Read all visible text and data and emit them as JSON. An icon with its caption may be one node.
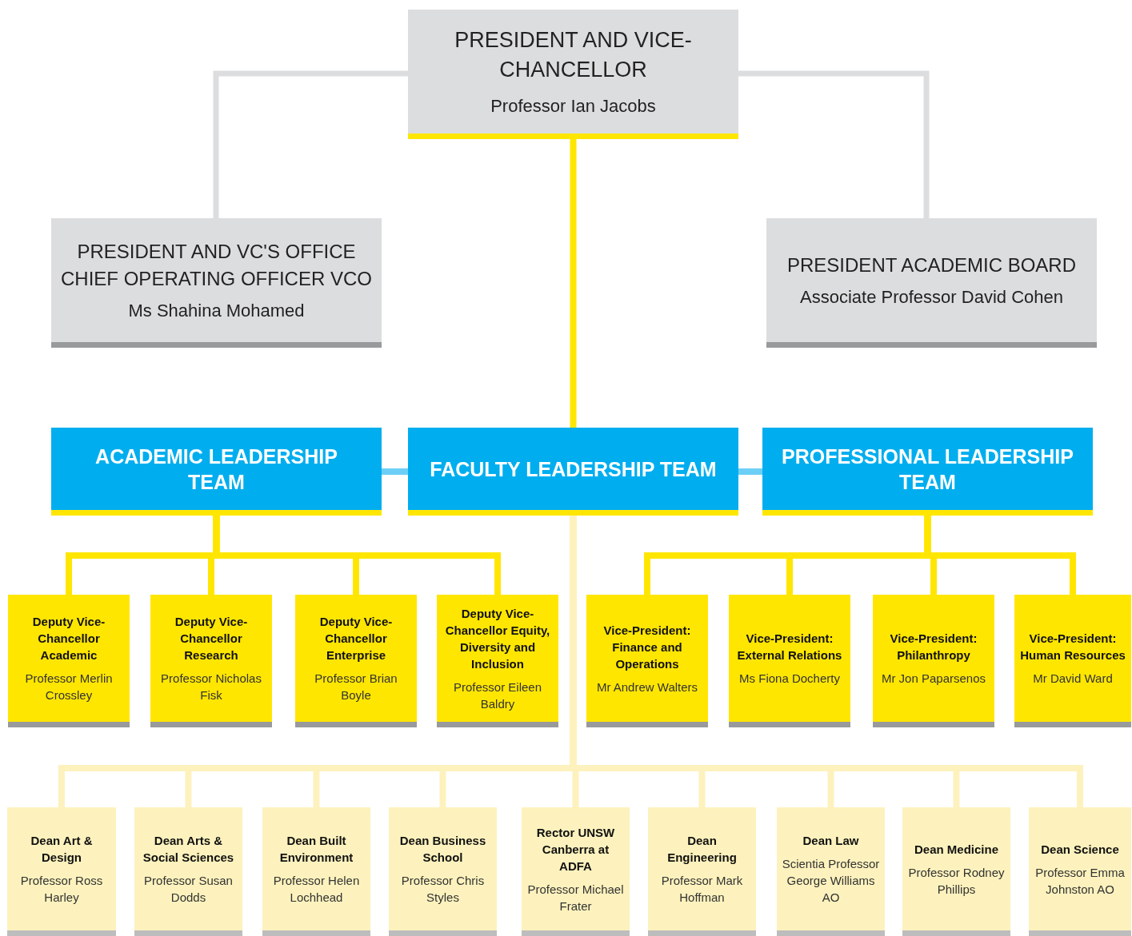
{
  "diagram": {
    "nodes": [
      {
        "text": [
          "PRESIDENT AND VICE-CHANCELLOR",
          "Professor Ian Jacobs"
        ]
      },
      {
        "text": [
          "PRESIDENT AND VC'S OFFICE CHIEF OPERATING OFFICER VCO",
          "Ms Shahina Mohamed"
        ]
      },
      {
        "text": [
          "PRESIDENT ACADEMIC BOARD",
          "Associate Professor David Cohen"
        ]
      },
      {
        "text": [
          "ACADEMIC LEADERSHIP TEAM"
        ]
      },
      {
        "text": [
          "FACULTY LEADERSHIP TEAM"
        ]
      },
      {
        "text": [
          "PROFESSIONAL LEADERSHIP TEAM"
        ]
      },
      {
        "text": [
          "Deputy Vice-Chancellor Academic",
          "Professor Merlin Crossley"
        ]
      },
      {
        "text": [
          "Deputy Vice-Chancellor Research",
          "Professor Nicholas Fisk"
        ]
      },
      {
        "text": [
          "Deputy Vice-Chancellor Enterprise",
          "Professor Brian Boyle"
        ]
      },
      {
        "text": [
          "Deputy Vice-Chancellor Equity, Diversity and Inclusion",
          "Professor Eileen Baldry"
        ]
      },
      {
        "text": [
          "Vice-President: Finance and Operations",
          "Mr Andrew Walters"
        ]
      },
      {
        "text": [
          "Vice-President: External Relations",
          "Ms Fiona Docherty"
        ]
      },
      {
        "text": [
          "Vice-President: Philanthropy",
          "Mr Jon Paparsenos"
        ]
      },
      {
        "text": [
          "Vice-President: Human Resources",
          "Mr David Ward"
        ]
      },
      {
        "text": [
          "Dean Art & Design",
          "Professor Ross Harley"
        ]
      },
      {
        "text": [
          "Dean Arts & Social Sciences",
          "Professor Susan Dodds"
        ]
      },
      {
        "text": [
          "Dean Built Environment",
          "Professor Helen Lochhead"
        ]
      },
      {
        "text": [
          "Dean Business School",
          "Professor Chris Styles"
        ]
      },
      {
        "text": [
          "Rector UNSW Canberra at ADFA",
          "Professor Michael Frater"
        ]
      },
      {
        "text": [
          "Dean Engineering",
          "Professor Mark Hoffman"
        ]
      },
      {
        "text": [
          "Dean Law",
          "Scientia Professor George Williams AO"
        ]
      },
      {
        "text": [
          "Dean Medicine",
          "Professor Rodney Phillips"
        ]
      },
      {
        "text": [
          "Dean Science",
          "Professor Emma Johnston AO"
        ]
      }
    ],
    "edges": [
      {
        "from": 0,
        "to": 1,
        "arrow": "none",
        "color": "#dcdddf"
      },
      {
        "from": 0,
        "to": 2,
        "arrow": "none",
        "color": "#dcdddf"
      },
      {
        "from": 0,
        "to": 4,
        "arrow": "none"
      },
      {
        "from": 3,
        "to": 4,
        "arrow": "none",
        "color": "#6dcff6"
      },
      {
        "from": 4,
        "to": 5,
        "arrow": "none",
        "color": "#6dcff6"
      },
      {
        "from": 3,
        "to": 6,
        "arrow": "none"
      },
      {
        "from": 3,
        "to": 7,
        "arrow": "none"
      },
      {
        "from": 3,
        "to": 8,
        "arrow": "none"
      },
      {
        "from": 3,
        "to": 9,
        "arrow": "none"
      },
      {
        "from": 5,
        "to": 10,
        "arrow": "none"
      },
      {
        "from": 5,
        "to": 11,
        "arrow": "none"
      },
      {
        "from": 5,
        "to": 12,
        "arrow": "none"
      },
      {
        "from": 5,
        "to": 13,
        "arrow": "none"
      },
      {
        "from": 4,
        "to": 14,
        "arrow": "none",
        "color": "#fdf2bd"
      },
      {
        "from": 4,
        "to": 15,
        "arrow": "none",
        "color": "#fdf2bd"
      },
      {
        "from": 4,
        "to": 16,
        "arrow": "none",
        "color": "#fdf2bd"
      },
      {
        "from": 4,
        "to": 17,
        "arrow": "none",
        "color": "#fdf2bd"
      },
      {
        "from": 4,
        "to": 18,
        "arrow": "none",
        "color": "#fdf2bd"
      },
      {
        "from": 4,
        "to": 19,
        "arrow": "none",
        "color": "#fdf2bd"
      },
      {
        "from": 4,
        "to": 20,
        "arrow": "none",
        "color": "#fdf2bd"
      },
      {
        "from": 4,
        "to": 21,
        "arrow": "none",
        "color": "#fdf2bd"
      },
      {
        "from": 4,
        "to": 22,
        "arrow": "none",
        "color": "#fdf2bd"
      }
    ]
  }
}
